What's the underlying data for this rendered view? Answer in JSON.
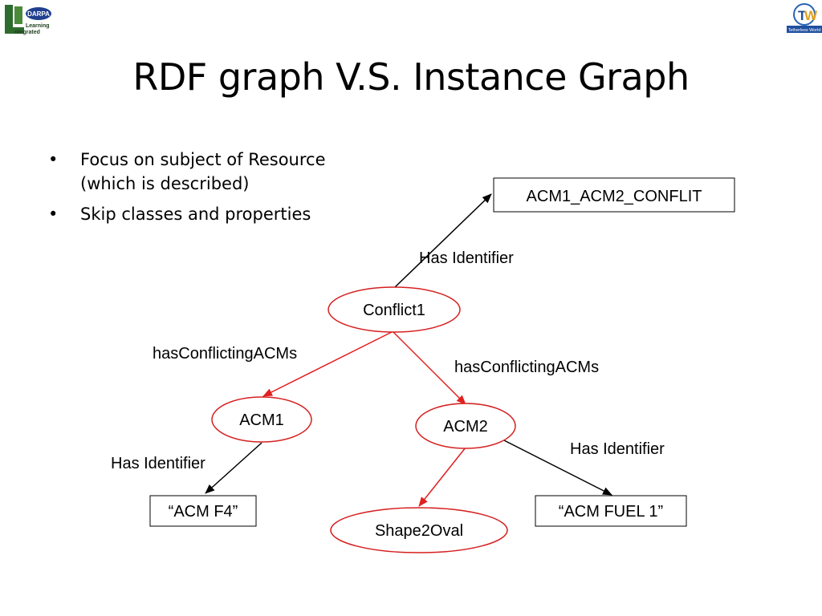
{
  "slide": {
    "title": "RDF graph V.S. Instance Graph",
    "bullets": [
      {
        "symbol": "•",
        "lines": [
          "Focus on subject of Resource",
          "(which is described)"
        ]
      },
      {
        "symbol": "•",
        "lines": [
          "Skip classes and properties"
        ]
      }
    ]
  },
  "logos": {
    "left": {
      "icon": "darpa-integrated-learning-logo",
      "lines": [
        "DARPA",
        "Learning",
        "ntegrated"
      ]
    },
    "right": {
      "icon": "tetherless-world-logo",
      "caption": "Tetherless World"
    }
  },
  "colors": {
    "red_edge": "#e02020",
    "black_edge": "#000000",
    "node_border_red": "#d62020"
  },
  "graph": {
    "nodes": {
      "acm_conflit": "ACM1_ACM2_CONFLIT",
      "conflict1": "Conflict1",
      "acm1": "ACM1",
      "acm2": "ACM2",
      "acm_f4": "“ACM F4”",
      "shape2oval": "Shape2Oval",
      "acm_fuel1": "“ACM FUEL 1”"
    },
    "edge_labels": {
      "has_identifier_top": "Has Identifier",
      "has_conflicting_left": "hasConflictingACMs",
      "has_conflicting_right": "hasConflictingACMs",
      "has_identifier_left": "Has Identifier",
      "has_identifier_right": "Has Identifier"
    }
  }
}
